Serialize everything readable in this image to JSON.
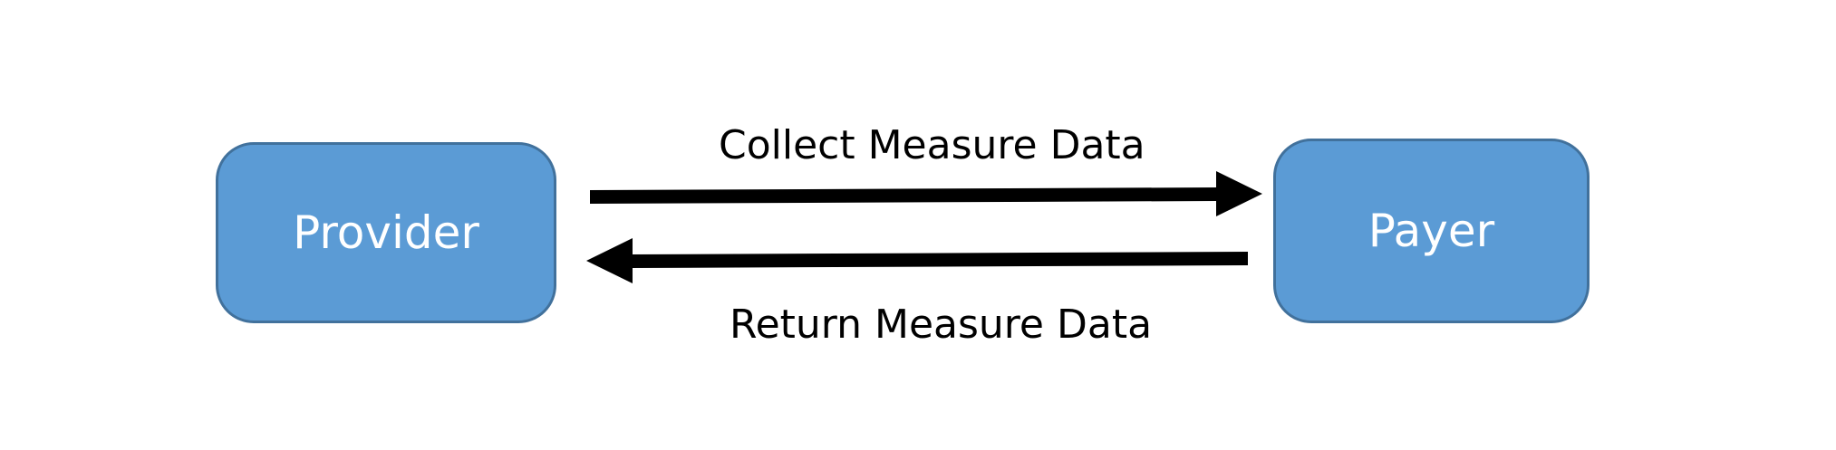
{
  "diagram": {
    "nodes": {
      "provider": {
        "label": "Provider"
      },
      "payer": {
        "label": "Payer"
      }
    },
    "edges": {
      "collect": {
        "from": "Provider",
        "to": "Payer",
        "label": "Collect Measure Data"
      },
      "return": {
        "from": "Payer",
        "to": "Provider",
        "label": "Return Measure Data"
      }
    },
    "colors": {
      "node_fill": "#5b9bd5",
      "node_border": "#41719c",
      "node_text": "#ffffff",
      "arrow": "#000000"
    }
  }
}
